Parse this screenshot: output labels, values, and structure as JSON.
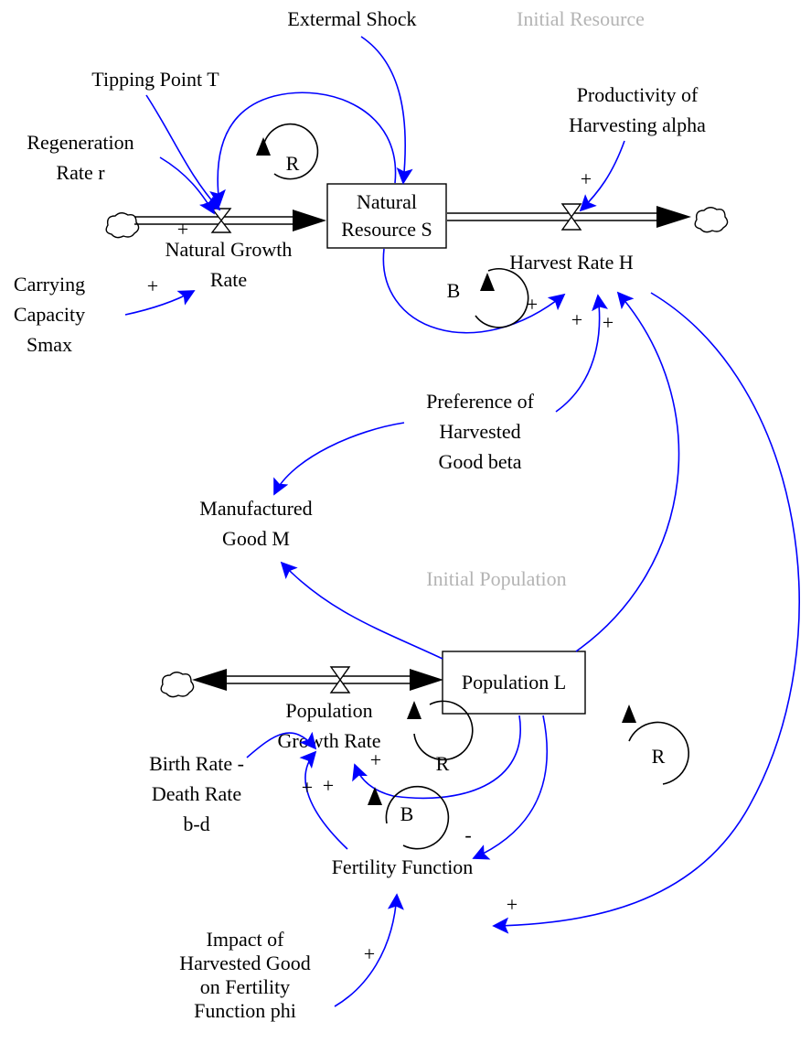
{
  "labels": {
    "external_shock": "Extermal Shock",
    "initial_resource": "Initial Resource",
    "tipping_point": "Tipping Point T",
    "productivity_1": "Productivity of",
    "productivity_2": "Harvesting alpha",
    "regeneration_1": "Regeneration",
    "regeneration_2": "Rate r",
    "natural_growth_1": "Natural Growth",
    "natural_growth_2": "Rate",
    "carrying_1": "Carrying",
    "carrying_2": "Capacity",
    "carrying_3": "Smax",
    "natural_resource_1": "Natural",
    "natural_resource_2": "Resource S",
    "harvest_rate": "Harvest Rate H",
    "preference_1": "Preference of",
    "preference_2": "Harvested",
    "preference_3": "Good beta",
    "manufactured_1": "Manufactured",
    "manufactured_2": "Good M",
    "initial_population": "Initial Population",
    "population": "Population L",
    "pop_growth_1": "Population",
    "pop_growth_2": "Growth Rate",
    "birth_1": "Birth Rate -",
    "birth_2": "Death Rate",
    "birth_3": "b-d",
    "fertility": "Fertility Function",
    "impact_1": "Impact of",
    "impact_2": "Harvested Good",
    "impact_3": "on Fertility",
    "impact_4": "Function phi"
  },
  "loops": {
    "r_resource": "R",
    "b_harvest": "B",
    "r_population": "R",
    "r_big": "R",
    "b_fertility": "B"
  },
  "polarities": {
    "regen_to_growth": "+",
    "carrying_to_growth": "+",
    "alpha_to_harvest": "+",
    "resource_to_harvest": "+",
    "pref_to_harvest_a": "+",
    "pop_to_harvest": "+",
    "pop_to_growth": "+",
    "birth_to_growth": "+",
    "fert_to_growth": "+",
    "pop_to_fertility": "-",
    "harvest_to_fertility": "+",
    "impact_to_fertility": "+"
  },
  "colors": {
    "link": "#0000ff",
    "ghost_text": "#b4b4b4",
    "ink": "#000000"
  }
}
